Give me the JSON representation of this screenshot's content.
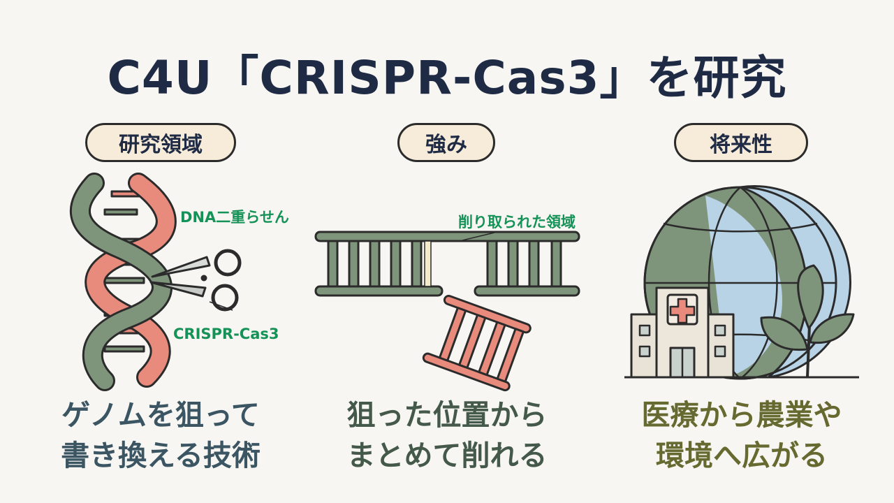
{
  "title": "C4U「CRISPR-Cas3」を研究",
  "sections": [
    {
      "heading": "研究領域",
      "callouts": [
        "DNA二重らせん",
        "CRISPR-Cas3"
      ],
      "caption_lines": [
        "ゲノムを狙って",
        "書き換える技術"
      ],
      "icon": "dna-scissors-icon"
    },
    {
      "heading": "強み",
      "callouts": [
        "削り取られた領域"
      ],
      "caption_lines": [
        "狙った位置から",
        "まとめて削れる"
      ],
      "icon": "dna-ladder-cut-icon"
    },
    {
      "heading": "将来性",
      "caption_lines": [
        "医療から農業や",
        "環境へ広がる"
      ],
      "icon": "globe-hospital-plant-icon"
    }
  ],
  "colors": {
    "title": "#1f2a44",
    "pill_fill": "#f7ecd9",
    "strand_green": "#7f957b",
    "strand_red": "#e88b7c",
    "label_green": "#159257",
    "globe_blue": "#b8d2e6"
  }
}
